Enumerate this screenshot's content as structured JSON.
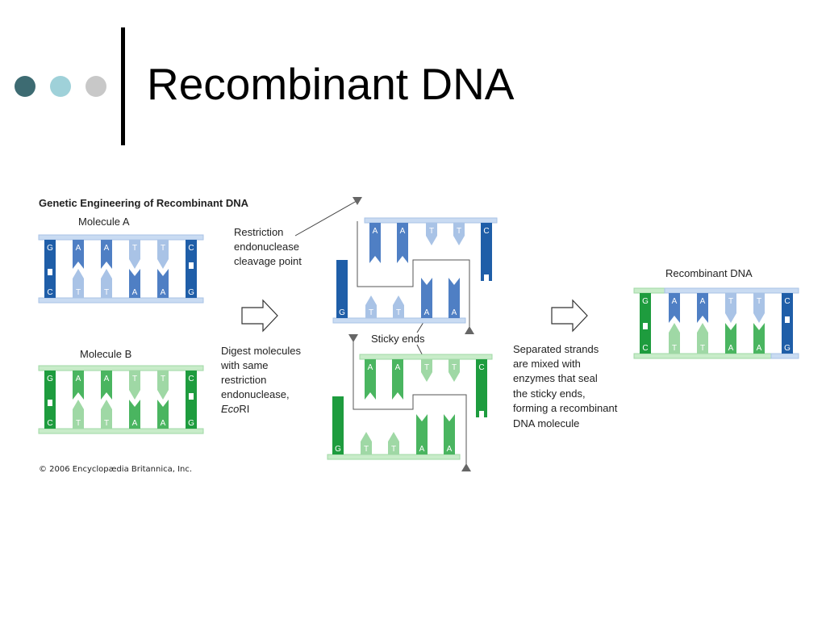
{
  "slide": {
    "title": "Recombinant DNA",
    "bullet_dot_colors": [
      "#3d6b72",
      "#9fd1d9",
      "#c8c8c8"
    ]
  },
  "diagram": {
    "heading": "Genetic Engineering of Recombinant DNA",
    "molecule_a_label": "Molecule A",
    "molecule_b_label": "Molecule B",
    "molecule_a_top_bases": [
      "G",
      "A",
      "A",
      "T",
      "T",
      "C"
    ],
    "molecule_a_bottom_bases": [
      "C",
      "T",
      "T",
      "A",
      "A",
      "G"
    ],
    "molecule_b_top_bases": [
      "G",
      "A",
      "A",
      "T",
      "T",
      "C"
    ],
    "molecule_b_bottom_bases": [
      "C",
      "T",
      "T",
      "A",
      "A",
      "G"
    ],
    "restriction_lines": [
      "Restriction",
      "endonuclease",
      "cleavage point"
    ],
    "digest_lines": [
      "Digest molecules",
      "with same",
      "restriction",
      "endonuclease,"
    ],
    "enzyme_italic": "Eco",
    "enzyme_rest": "RI",
    "sticky_ends_label": "Sticky ends",
    "separated_lines": [
      "Separated strands",
      "are mixed with",
      "enzymes that seal",
      "the sticky ends,",
      "forming a recombinant",
      "DNA molecule"
    ],
    "recombinant_label": "Recombinant DNA",
    "recombinant_top_bases": [
      "G",
      "A",
      "A",
      "T",
      "T",
      "C"
    ],
    "recombinant_bottom_bases": [
      "C",
      "T",
      "T",
      "A",
      "A",
      "G"
    ],
    "copyright": "© 2006 Encyclopædia Britannica, Inc.",
    "colors": {
      "blue_dark": "#1f5ea8",
      "blue": "#4f7fc4",
      "blue_light": "#a9c3e6",
      "blue_pale": "#c9dbf2",
      "green_dark": "#1e9c3e",
      "green": "#4ab560",
      "green_light": "#9fd8a5",
      "green_pale": "#c8ecc9"
    }
  }
}
